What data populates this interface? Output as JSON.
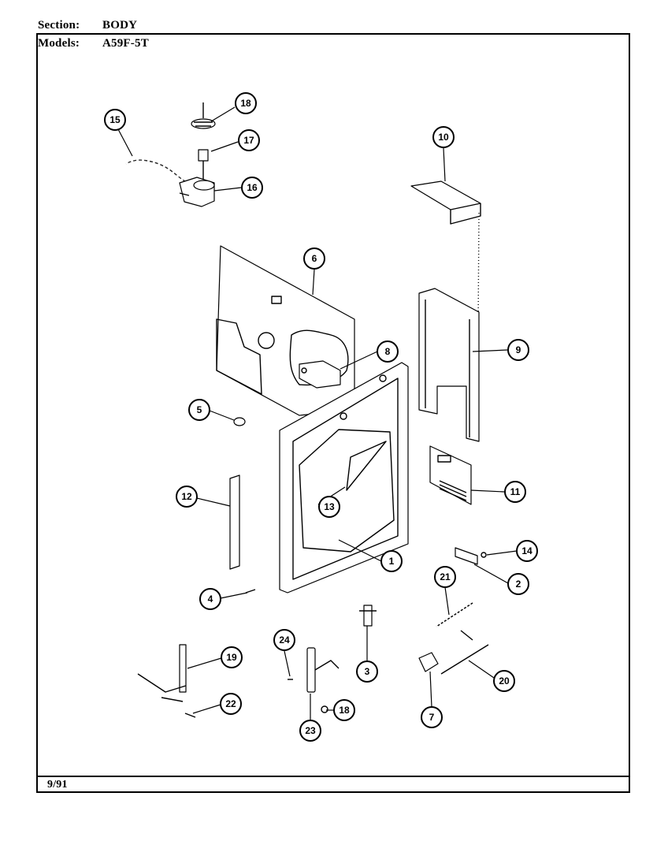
{
  "header": {
    "section_label": "Section:",
    "section_value": "BODY",
    "models_label": "Models:",
    "models_value": "A59F-5T"
  },
  "footer": {
    "date": "9/91"
  },
  "callouts": [
    "1",
    "2",
    "3",
    "4",
    "5",
    "6",
    "7",
    "8",
    "9",
    "10",
    "11",
    "12",
    "13",
    "14",
    "15",
    "16",
    "17",
    "18",
    "19",
    "20",
    "21",
    "22",
    "23",
    "24"
  ]
}
